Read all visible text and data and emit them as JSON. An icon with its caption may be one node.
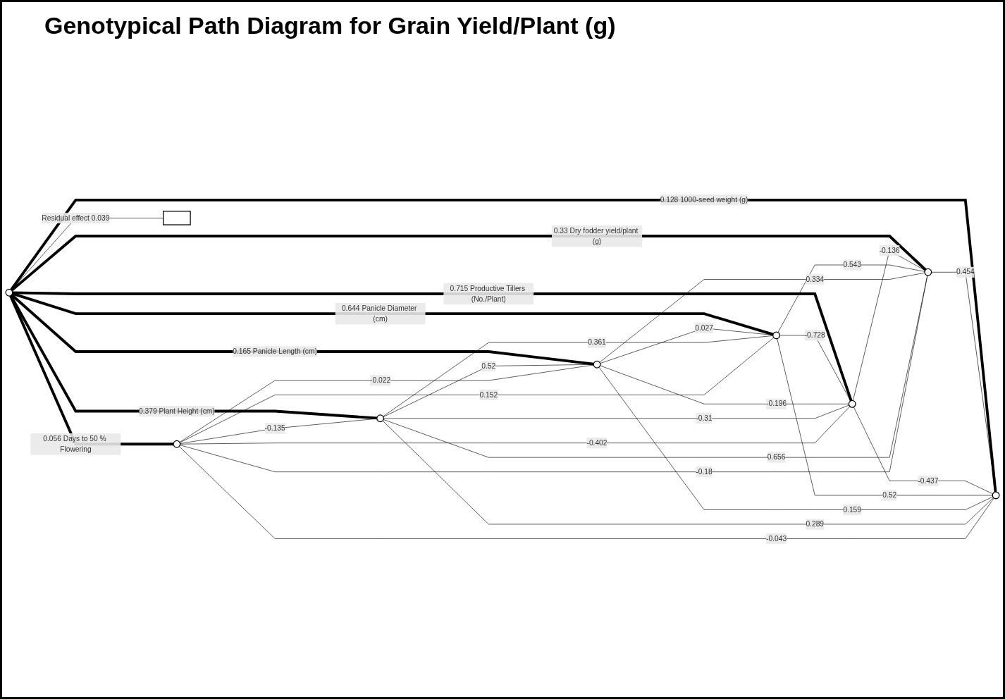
{
  "diagram": {
    "title": "Genotypical Path Diagram for Grain Yield/Plant (g)",
    "nodes": [
      {
        "text": [],
        "shape": "circle"
      },
      {
        "text": [],
        "shape": "circle"
      },
      {
        "text": [],
        "shape": "circle"
      },
      {
        "text": [],
        "shape": "circle"
      },
      {
        "text": [],
        "shape": "circle"
      },
      {
        "text": [],
        "shape": "circle"
      },
      {
        "text": [],
        "shape": "circle"
      },
      {
        "text": [],
        "shape": "circle"
      },
      {
        "text": [],
        "shape": "box"
      }
    ],
    "edges": [
      {
        "from": 0,
        "to": 1,
        "arrow": "none",
        "style": "thick",
        "label": "0.056 Days to 50 % Flowering"
      },
      {
        "from": 0,
        "to": 2,
        "arrow": "none",
        "style": "thick",
        "label": "0.379 Plant Height (cm)"
      },
      {
        "from": 0,
        "to": 3,
        "arrow": "none",
        "style": "thick",
        "label": "0.165 Panicle Length (cm)"
      },
      {
        "from": 0,
        "to": 4,
        "arrow": "none",
        "style": "thick",
        "label": "0.644 Panicle Diameter (cm)"
      },
      {
        "from": 0,
        "to": 5,
        "arrow": "none",
        "style": "thick",
        "label": "0.715 Productive Tillers (No./Plant)"
      },
      {
        "from": 0,
        "to": 6,
        "arrow": "none",
        "style": "thick",
        "label": "0.33 Dry fodder yield/plant (g)"
      },
      {
        "from": 0,
        "to": 7,
        "arrow": "none",
        "style": "thick",
        "label": "0.128 1000-seed weight (g)"
      },
      {
        "from": 0,
        "to": 8,
        "arrow": "none",
        "label": "Residual effect 0.039"
      },
      {
        "from": 1,
        "to": 2,
        "arrow": "none",
        "label": "-0.135"
      },
      {
        "from": 2,
        "to": 3,
        "arrow": "none",
        "label": "0.52"
      },
      {
        "from": 3,
        "to": 4,
        "arrow": "none",
        "label": "0.027"
      },
      {
        "from": 4,
        "to": 5,
        "arrow": "none",
        "label": "-0.728"
      },
      {
        "from": 5,
        "to": 6,
        "arrow": "none",
        "label": "-0.136"
      },
      {
        "from": 6,
        "to": 7,
        "arrow": "none",
        "label": "0.454"
      },
      {
        "from": 1,
        "to": 3,
        "arrow": "none",
        "label": "-0.022"
      },
      {
        "from": 2,
        "to": 4,
        "arrow": "none",
        "label": "0.361"
      },
      {
        "from": 3,
        "to": 5,
        "arrow": "none",
        "label": "-0.196"
      },
      {
        "from": 4,
        "to": 6,
        "arrow": "none",
        "label": "0.543"
      },
      {
        "from": 5,
        "to": 7,
        "arrow": "none",
        "label": "-0.437"
      },
      {
        "from": 1,
        "to": 4,
        "arrow": "none",
        "label": "0.152"
      },
      {
        "from": 2,
        "to": 5,
        "arrow": "none",
        "label": "-0.31"
      },
      {
        "from": 3,
        "to": 6,
        "arrow": "none",
        "label": "0.334"
      },
      {
        "from": 4,
        "to": 7,
        "arrow": "none",
        "label": "0.52"
      },
      {
        "from": 1,
        "to": 5,
        "arrow": "none",
        "label": "-0.402"
      },
      {
        "from": 2,
        "to": 6,
        "arrow": "none",
        "label": "0.656"
      },
      {
        "from": 3,
        "to": 7,
        "arrow": "none",
        "label": "0.159"
      },
      {
        "from": 1,
        "to": 6,
        "arrow": "none",
        "label": "-0.18"
      },
      {
        "from": 2,
        "to": 7,
        "arrow": "none",
        "label": "0.289"
      },
      {
        "from": 1,
        "to": 7,
        "arrow": "none",
        "label": "-0.043"
      }
    ]
  }
}
